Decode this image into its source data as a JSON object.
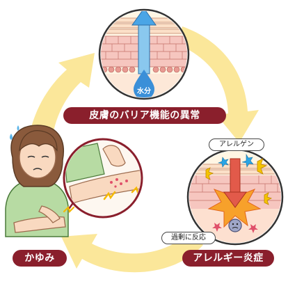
{
  "stages": {
    "barrier": {
      "label": "皮膚のバリア機能の異常"
    },
    "allergy": {
      "label": "アレルギー炎症"
    },
    "itch": {
      "label": "かゆみ"
    }
  },
  "annotations": {
    "water": "水分",
    "allergen": "アレルゲン",
    "overreaction": "過剰に反応"
  },
  "colors": {
    "cycle_arrow": "#fbe79a",
    "label_bg": "#8a1f2c",
    "skin_pink": "#f6c6bf",
    "water_blue": "#3a8fd8",
    "inflammation_orange": "#f7a12b",
    "allergen_blue": "#2aa5e6",
    "shirt_green": "#b7dba3",
    "hair_brown": "#8a5a3c"
  }
}
